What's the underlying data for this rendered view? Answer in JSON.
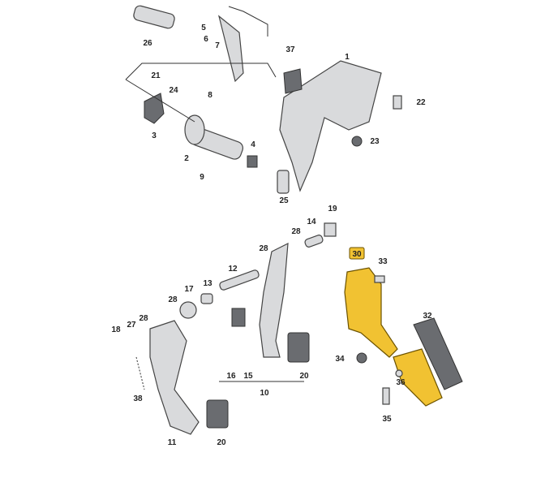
{
  "diagram": {
    "title": "Pedal assembly exploded parts diagram",
    "highlight_color": "#f1c232",
    "highlighted_part": "30",
    "callouts": [
      {
        "id": "c26",
        "text": "26"
      },
      {
        "id": "c5",
        "text": "5"
      },
      {
        "id": "c6",
        "text": "6"
      },
      {
        "id": "c7",
        "text": "7"
      },
      {
        "id": "c37",
        "text": "37"
      },
      {
        "id": "c1",
        "text": "1"
      },
      {
        "id": "c21",
        "text": "21"
      },
      {
        "id": "c24",
        "text": "24"
      },
      {
        "id": "c8",
        "text": "8"
      },
      {
        "id": "c22",
        "text": "22"
      },
      {
        "id": "c3",
        "text": "3"
      },
      {
        "id": "c23",
        "text": "23"
      },
      {
        "id": "c4",
        "text": "4"
      },
      {
        "id": "c2",
        "text": "2"
      },
      {
        "id": "c9",
        "text": "9"
      },
      {
        "id": "c25",
        "text": "25"
      },
      {
        "id": "c19",
        "text": "19"
      },
      {
        "id": "c28a",
        "text": "28"
      },
      {
        "id": "c14",
        "text": "14"
      },
      {
        "id": "c28b",
        "text": "28"
      },
      {
        "id": "c30",
        "text": "30"
      },
      {
        "id": "c33",
        "text": "33"
      },
      {
        "id": "c12",
        "text": "12"
      },
      {
        "id": "c17",
        "text": "17"
      },
      {
        "id": "c13",
        "text": "13"
      },
      {
        "id": "c28c",
        "text": "28"
      },
      {
        "id": "c27",
        "text": "27"
      },
      {
        "id": "c28d",
        "text": "28"
      },
      {
        "id": "c18",
        "text": "18"
      },
      {
        "id": "c32",
        "text": "32"
      },
      {
        "id": "c34",
        "text": "34"
      },
      {
        "id": "c36",
        "text": "36"
      },
      {
        "id": "c16",
        "text": "16"
      },
      {
        "id": "c15",
        "text": "15"
      },
      {
        "id": "c20a",
        "text": "20"
      },
      {
        "id": "c10",
        "text": "10"
      },
      {
        "id": "c38",
        "text": "38"
      },
      {
        "id": "c35",
        "text": "35"
      },
      {
        "id": "c11",
        "text": "11"
      },
      {
        "id": "c20b",
        "text": "20"
      }
    ]
  }
}
